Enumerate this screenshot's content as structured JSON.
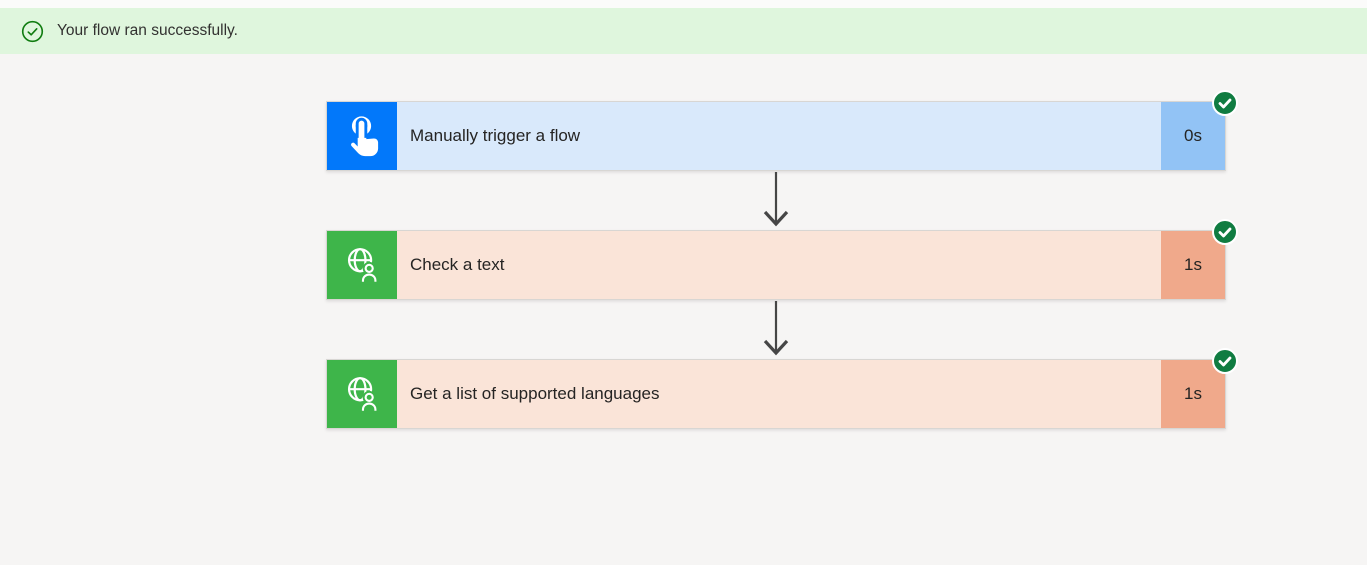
{
  "banner": {
    "message": "Your flow ran successfully.",
    "background": "#dff6dd",
    "icon": "checkmark-circle-icon",
    "icon_color": "#107c10"
  },
  "flow": {
    "steps": [
      {
        "title": "Manually trigger a flow",
        "duration": "0s",
        "status": "Succeeded",
        "icon": "manual-trigger-touch-icon",
        "icon_bg": "#0278fa",
        "card_bg": "#d9e9fb",
        "duration_bg": "#92c3f5"
      },
      {
        "title": "Check a text",
        "duration": "1s",
        "status": "Succeeded",
        "icon": "translator-globe-person-icon",
        "icon_bg": "#3eb54a",
        "card_bg": "#fae4d8",
        "duration_bg": "#f0a98b"
      },
      {
        "title": "Get a list of supported languages",
        "duration": "1s",
        "status": "Succeeded",
        "icon": "translator-globe-person-icon",
        "icon_bg": "#3eb54a",
        "card_bg": "#fae4d8",
        "duration_bg": "#f0a98b"
      }
    ],
    "status_badge_color": "#107c41",
    "arrow_color": "#464646"
  }
}
